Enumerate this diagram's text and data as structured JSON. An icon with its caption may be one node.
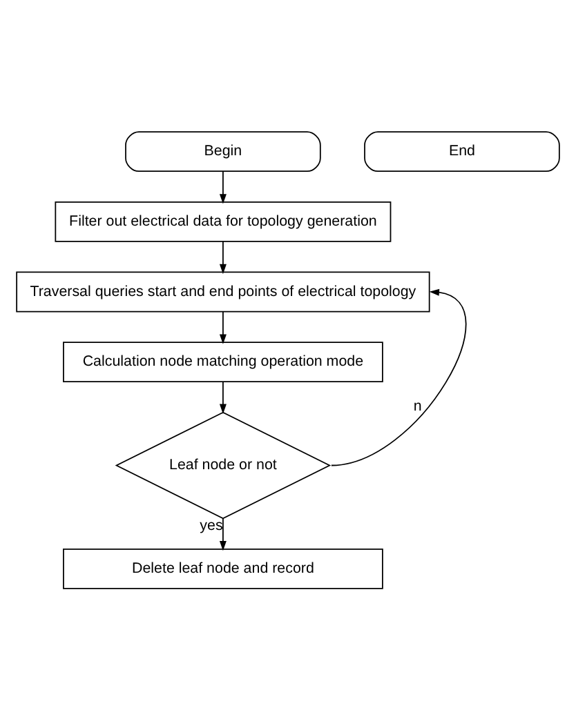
{
  "diagram": {
    "nodes": [
      {
        "text": [
          "Begin"
        ]
      },
      {
        "text": [
          "Filter out electrical data for topology generation"
        ]
      },
      {
        "text": [
          "Traversal queries start and end points of electrical topology"
        ]
      },
      {
        "text": [
          "Calculation node matching operation mode"
        ]
      },
      {
        "text": [
          "Leaf node or not"
        ]
      },
      {
        "text": [
          "Delete leaf node and record"
        ]
      },
      {
        "text": [
          "End"
        ]
      }
    ],
    "edges": [
      {
        "from": 0,
        "to": 1,
        "arrow": "to"
      },
      {
        "from": 1,
        "to": 2,
        "arrow": "to"
      },
      {
        "from": 2,
        "to": 3,
        "arrow": "to"
      },
      {
        "from": 3,
        "to": 4,
        "arrow": "to"
      },
      {
        "from": 4,
        "to": 5,
        "arrow": "to",
        "label": "yes"
      },
      {
        "from": 4,
        "to": 2,
        "arrow": "to",
        "label": "n"
      }
    ]
  }
}
